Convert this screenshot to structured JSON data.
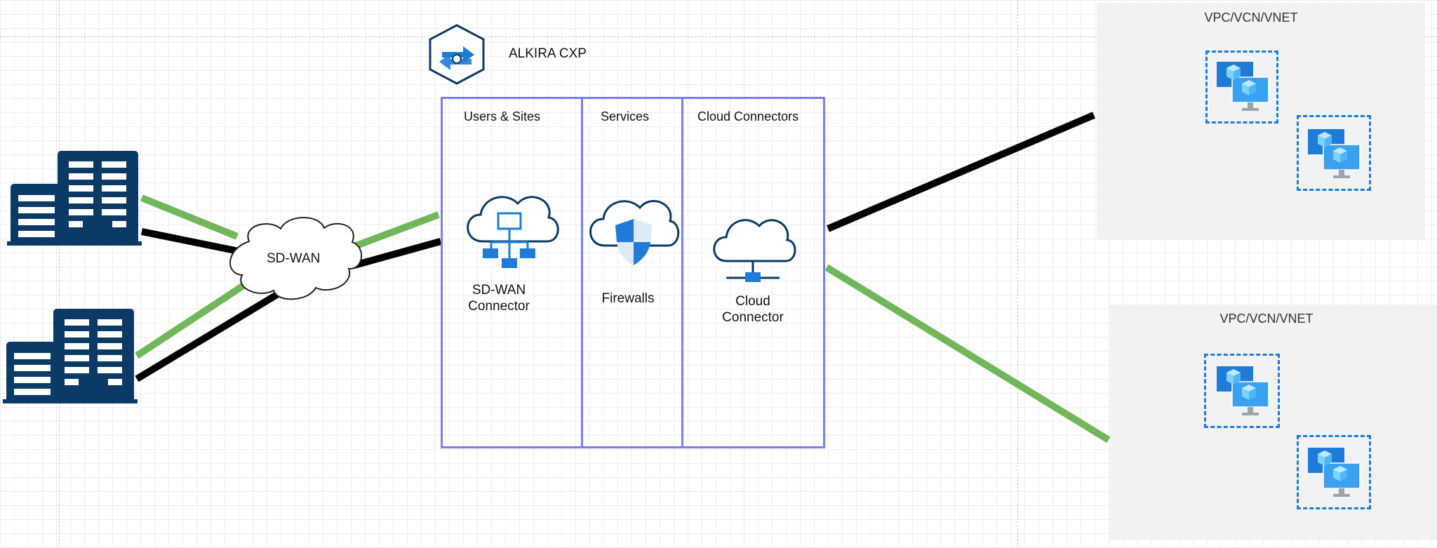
{
  "diagram": {
    "cxp_title": "ALKIRA CXP",
    "columns": [
      {
        "title": "Users & Sites"
      },
      {
        "title": "Services"
      },
      {
        "title": "Cloud Connectors"
      }
    ],
    "services": {
      "sdwan_connector": "SD-WAN Connector",
      "sdwan_connector_line1": "SD-WAN",
      "sdwan_connector_line2": "Connector",
      "firewalls": "Firewalls",
      "cloud_connector": "Cloud Connector",
      "cloud_connector_line1": "Cloud",
      "cloud_connector_line2": "Connector"
    },
    "sdwan_cloud_label": "SD-WAN",
    "vpc_top_title": "VPC/VCN/VNET",
    "vpc_bottom_title": "VPC/VCN/VNET",
    "colors": {
      "green_link": "#72b65a",
      "black_link": "#000000",
      "cxp_border": "#7a7cef",
      "icon_blue": "#1f7bd6",
      "icon_navy": "#0b3a66",
      "vpc_background": "#f1f2f4"
    }
  }
}
